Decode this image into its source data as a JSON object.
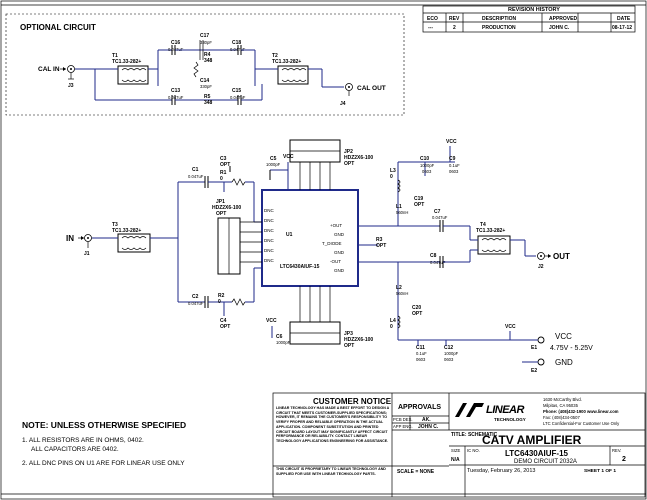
{
  "optional": {
    "title": "OPTIONAL CIRCUIT"
  },
  "ports": {
    "cal_in": "CAL IN",
    "cal_out": "CAL OUT",
    "in": "IN",
    "out": "OUT",
    "vcc": "VCC",
    "gnd": "GND",
    "vcc_range": "4.75V - 5.25V",
    "j1": "J1",
    "j2": "J2",
    "j3": "J3",
    "j4": "J4",
    "e1": "E1",
    "e2": "E2"
  },
  "components": {
    "t1": {
      "ref": "T1",
      "val": "TC1.33-282+"
    },
    "t2": {
      "ref": "T2",
      "val": "TC1.33-282+"
    },
    "t3": {
      "ref": "T3",
      "val": "TC1.33-282+"
    },
    "t4": {
      "ref": "T4",
      "val": "TC1.33-282+"
    },
    "c16": {
      "ref": "C16",
      "val": "0.047uF"
    },
    "c17": {
      "ref": "C17",
      "val": "330pF"
    },
    "c18": {
      "ref": "C18",
      "val": "0.047uF"
    },
    "r4": {
      "ref": "R4",
      "val": "348"
    },
    "c13": {
      "ref": "C13",
      "val": "0.047uF"
    },
    "c14": {
      "ref": "C14",
      "val": "330pF"
    },
    "c15": {
      "ref": "C15",
      "val": "0.047uF"
    },
    "r5": {
      "ref": "R5",
      "val": "348"
    },
    "c1": {
      "ref": "C1",
      "val": "0.047uF"
    },
    "c2": {
      "ref": "C2",
      "val": "0.047uF"
    },
    "c3": {
      "ref": "C3",
      "val": "OPT"
    },
    "c4": {
      "ref": "C4",
      "val": "OPT"
    },
    "r1": {
      "ref": "R1",
      "val": "0"
    },
    "r2": {
      "ref": "R2",
      "val": "0"
    },
    "r3": {
      "ref": "R3",
      "val": "OPT"
    },
    "c5": {
      "ref": "C5",
      "val": "1000pF"
    },
    "c6": {
      "ref": "C6",
      "val": "1000pF"
    },
    "c7": {
      "ref": "C7",
      "val": "0.047uF"
    },
    "c8": {
      "ref": "C8",
      "val": "0.047uF"
    },
    "c9": {
      "ref": "C9",
      "val": "0.1uF",
      "pkg": "0603"
    },
    "c10": {
      "ref": "C10",
      "val": "1000pF",
      "pkg": "0603"
    },
    "c11": {
      "ref": "C11",
      "val": "0.1uF",
      "pkg": "0603"
    },
    "c12": {
      "ref": "C12",
      "val": "1000pF",
      "pkg": "0603"
    },
    "c19": {
      "ref": "C19",
      "val": "OPT"
    },
    "c20": {
      "ref": "C20",
      "val": "OPT"
    },
    "l1": {
      "ref": "L1",
      "val": "560nH"
    },
    "l2": {
      "ref": "L2",
      "val": "560nH"
    },
    "l3": {
      "ref": "L3",
      "val": "0"
    },
    "l4": {
      "ref": "L4",
      "val": "0"
    },
    "jp1": {
      "ref": "JP1",
      "val": "HDZ2X6-100",
      "opt": "OPT"
    },
    "jp2": {
      "ref": "JP2",
      "val": "HDZ2X6-100",
      "opt": "OPT"
    },
    "jp3": {
      "ref": "JP3",
      "val": "HDZ2X6-100",
      "opt": "OPT"
    },
    "u1": {
      "ref": "U1",
      "val": "LTC6430AIUF-15"
    }
  },
  "u1_pins": {
    "left": [
      "DNC",
      "DNC",
      "DNC",
      "DNC",
      "DNC",
      "DNC"
    ],
    "right": [
      "+OUT",
      "GND",
      "T_DIODE",
      "GND",
      "-OUT",
      "GND"
    ]
  },
  "revision": {
    "title": "REVISION HISTORY",
    "headers": [
      "ECO",
      "REV",
      "DESCRIPTION",
      "APPROVED",
      "DATE"
    ],
    "row": [
      "---",
      "2",
      "PRODUCTION",
      "JOHN C.",
      "08-17-12"
    ]
  },
  "notes": {
    "title": "NOTE: UNLESS OTHERWISE SPECIFIED",
    "items": [
      "1. ALL RESISTORS ARE IN OHMS, 0402.",
      "ALL CAPACITORS ARE 0402.",
      "2. ALL DNC PINS ON U1 ARE FOR LINEAR USE ONLY"
    ]
  },
  "customer_notice": {
    "title": "CUSTOMER NOTICE",
    "body": "LINEAR TECHNOLOGY HAS MADE A BEST EFFORT TO DESIGN A CIRCUIT THAT MEETS CUSTOMER-SUPPLIED SPECIFICATIONS; HOWEVER, IT REMAINS THE CUSTOMER'S RESPONSIBILITY TO VERIFY PROPER AND RELIABLE OPERATION IN THE ACTUAL APPLICATION. COMPONENT SUBSTITUTION AND PRINTED CIRCUIT BOARD LAYOUT MAY SIGNIFICANTLY AFFECT CIRCUIT PERFORMANCE OR RELIABILITY. CONTACT LINEAR TECHNOLOGY APPLICATIONS ENGINEERING FOR ASSISTANCE.",
    "footer": "THIS CIRCUIT IS PROPRIETARY TO LINEAR TECHNOLOGY AND SUPPLIED FOR USE WITH LINEAR TECHNOLOGY PARTS."
  },
  "approvals": {
    "title": "APPROVALS",
    "pcb_des_label": "PCB DES.",
    "pcb_des": "AK.",
    "app_eng_label": "APP ENG.",
    "app_eng": "JOHN C."
  },
  "company": {
    "logo": "LINEAR TECHNOLOGY",
    "address": [
      "1630 McCarthy Blvd.",
      "Milpitas, CA 95035",
      "Phone: (408)432-1900  www.linear.com",
      "Fax: (408)434-0507",
      "LTC Confidential-For Customer Use Only"
    ]
  },
  "title_block": {
    "title_label": "TITLE: SCHEMATIC",
    "title": "CATV AMPLIFIER",
    "size_label": "SIZE",
    "size": "N/A",
    "ic_label": "IC NO.",
    "ic": "LTC6430AIUF-15",
    "demo": "DEMO CIRCUIT 2032A",
    "rev_label": "REV.",
    "rev": "2",
    "scale": "SCALE = NONE",
    "date": "Tuesday, February 26, 2013",
    "sheet": "SHEET  1  OF  1"
  },
  "colors": {
    "wire": "#1f2a8a",
    "line": "#000000"
  }
}
